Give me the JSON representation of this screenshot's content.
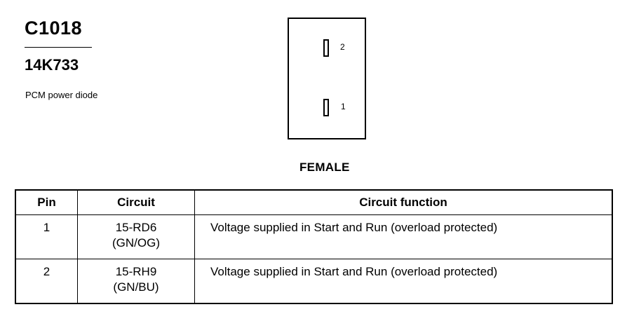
{
  "connector": {
    "id": "C1018",
    "part_number": "14K733",
    "description": "PCM power diode",
    "gender": "FEMALE",
    "terminals": [
      {
        "label": "2"
      },
      {
        "label": "1"
      }
    ]
  },
  "table": {
    "headers": [
      "Pin",
      "Circuit",
      "Circuit function"
    ],
    "rows": [
      {
        "pin": "1",
        "circuit_line1": "15-RD6",
        "circuit_line2": "(GN/OG)",
        "function": "Voltage supplied in Start and Run (overload protected)"
      },
      {
        "pin": "2",
        "circuit_line1": "15-RH9",
        "circuit_line2": "(GN/BU)",
        "function": "Voltage supplied in Start and Run (overload protected)"
      }
    ]
  }
}
